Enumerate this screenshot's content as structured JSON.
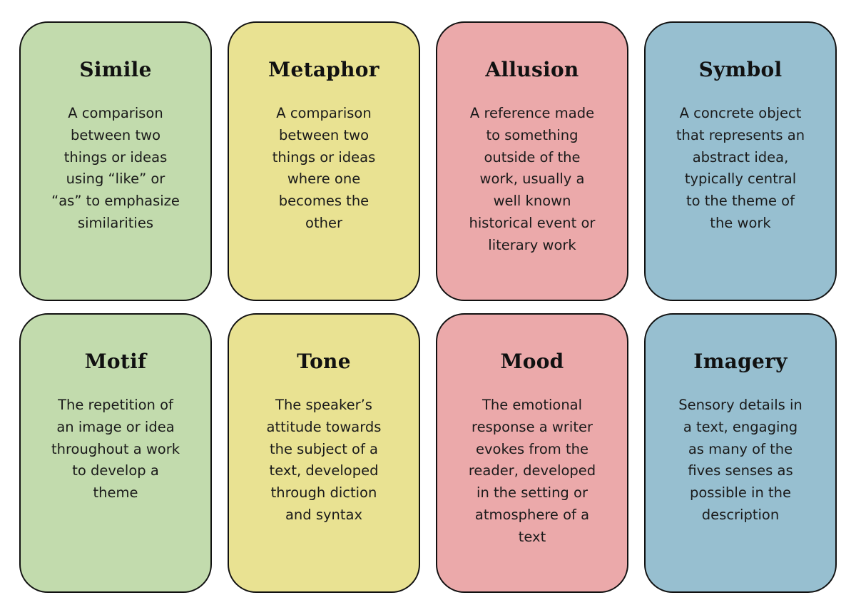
{
  "palette": {
    "green": "#c2dbad",
    "yellow": "#e9e292",
    "red": "#eba9aa",
    "blue": "#97bfd0",
    "border": "#111111"
  },
  "cards": [
    {
      "title": "Simile",
      "color": "green",
      "lines": [
        "A comparison",
        "between two",
        "things or ideas",
        "using “like” or",
        "“as” to emphasize",
        "similarities"
      ]
    },
    {
      "title": "Metaphor",
      "color": "yellow",
      "lines": [
        "A comparison",
        "between two",
        "things or ideas",
        "where one",
        "becomes the",
        "other"
      ]
    },
    {
      "title": "Allusion",
      "color": "red",
      "lines": [
        "A reference made",
        "to something",
        "outside of the",
        "work, usually a",
        "well known",
        "historical event or",
        "literary work"
      ]
    },
    {
      "title": "Symbol",
      "color": "blue",
      "lines": [
        "A concrete object",
        "that represents an",
        "abstract idea,",
        "typically central",
        "to the theme of",
        "the work"
      ]
    },
    {
      "title": "Motif",
      "color": "green",
      "lines": [
        "The repetition of",
        "an image or idea",
        "throughout a work",
        "to develop a",
        "theme"
      ]
    },
    {
      "title": "Tone",
      "color": "yellow",
      "lines": [
        "The speaker’s",
        "attitude towards",
        "the subject of a",
        "text, developed",
        "through diction",
        "and syntax"
      ]
    },
    {
      "title": "Mood",
      "color": "red",
      "lines": [
        "The emotional",
        "response a writer",
        "evokes from the",
        "reader, developed",
        "in the setting or",
        "atmosphere of a",
        "text"
      ]
    },
    {
      "title": "Imagery",
      "color": "blue",
      "lines": [
        "Sensory details in",
        "a text, engaging",
        "as many of the",
        "fives senses as",
        "possible in the",
        "description"
      ]
    }
  ]
}
